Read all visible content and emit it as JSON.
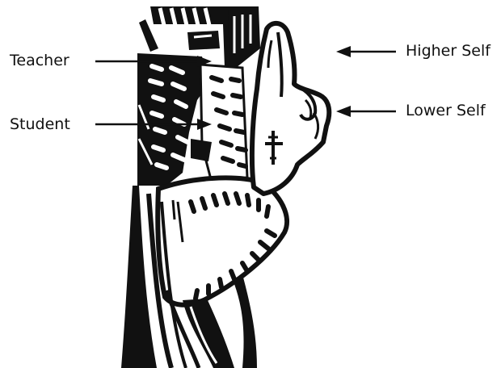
{
  "labels": {
    "teacher": "Teacher",
    "student": "Student",
    "higher_self": "Higher Self",
    "lower_self": "Lower Self"
  },
  "colors": {
    "ink": "#111111",
    "paper": "#ffffff"
  }
}
